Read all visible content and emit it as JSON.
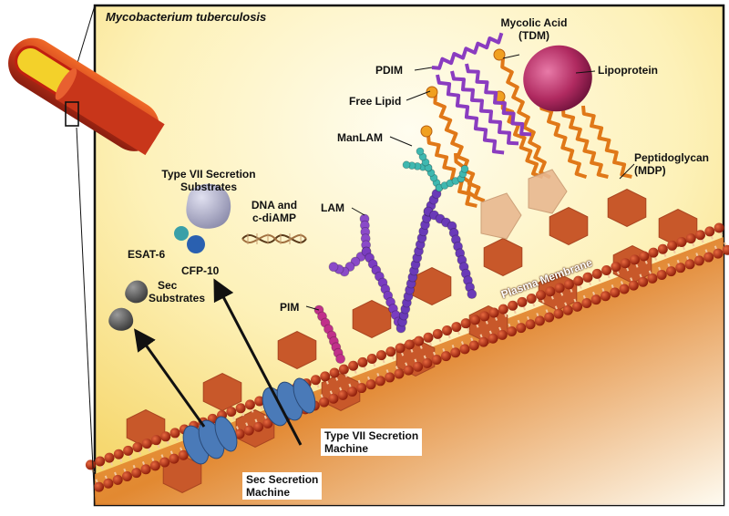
{
  "title": "Mycobacterium tuberculosis",
  "labels": {
    "pdim": "PDIM",
    "free_lipid": "Free Lipid",
    "mycolic_acid_line1": "Mycolic Acid",
    "mycolic_acid_line2": "(TDM)",
    "lipoprotein": "Lipoprotein",
    "manlam": "ManLAM",
    "lam": "LAM",
    "pim": "PIM",
    "peptidoglycan_line1": "Peptidoglycan",
    "peptidoglycan_line2": "(MDP)",
    "plasma_membrane": "Plasma Membrane",
    "type7_substrates_line1": "Type VII Secretion",
    "type7_substrates_line2": "Substrates",
    "dna_line1": "DNA and",
    "dna_line2": "c-diAMP",
    "esat6": "ESAT-6",
    "cfp10": "CFP-10",
    "sec_substrates_line1": "Sec",
    "sec_substrates_line2": "Substrates",
    "type7_machine_line1": "Type VII Secretion",
    "type7_machine_line2": "Machine",
    "sec_machine_line1": "Sec Secretion",
    "sec_machine_line2": "Machine"
  },
  "colors": {
    "outer_membrane_lipid": "#e07818",
    "pdim": "#8a3cc0",
    "manlam_cap": "#3fb8b0",
    "lam": "#7a3cc0",
    "pim": "#c0308a",
    "lipoprotein": "#b0306a",
    "peptidoglycan": "#c8582a",
    "membrane_head": "#b82a10",
    "secretion_machine": "#4a7ab8",
    "background_glow": "#fbe890"
  }
}
